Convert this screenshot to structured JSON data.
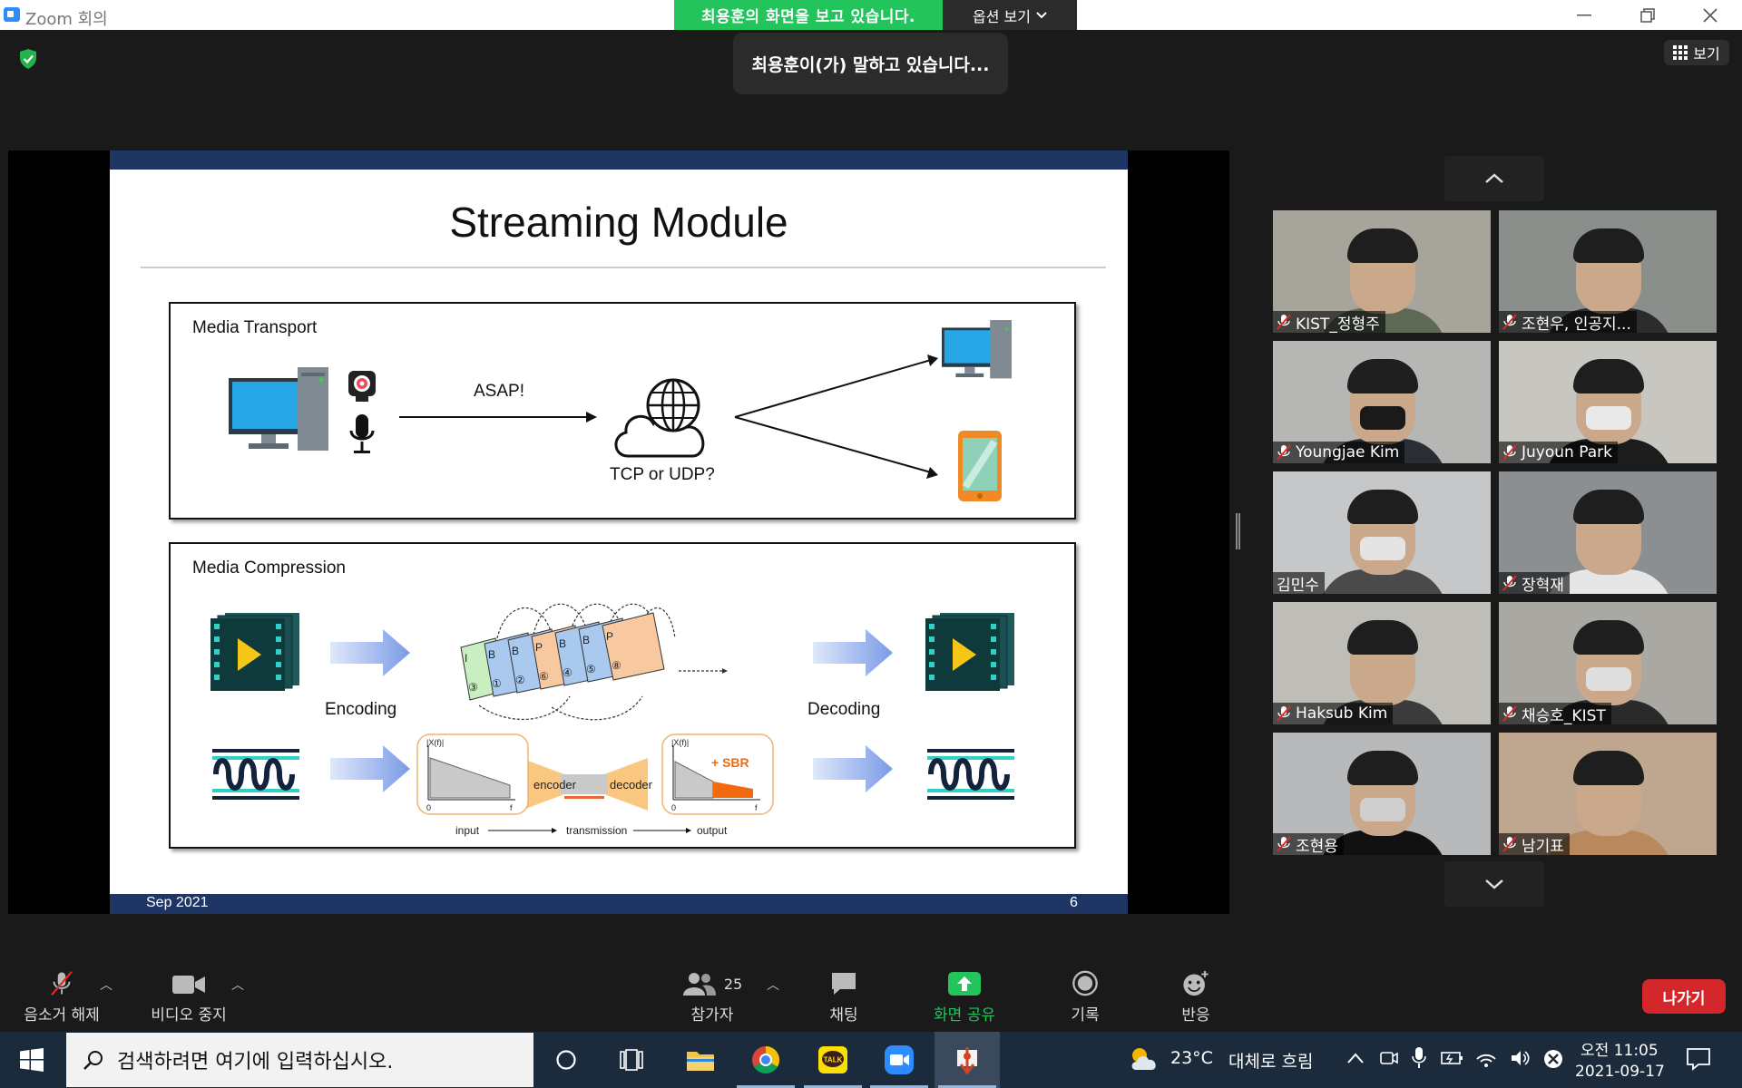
{
  "window": {
    "app_title": "Zoom 회의",
    "share_banner": "최용훈의 화면을 보고 있습니다.",
    "options_label": "옵션 보기",
    "speaking_toast": "최용훈이(가) 말하고 있습니다...",
    "view_label": "보기"
  },
  "slide": {
    "title": "Streaming Module",
    "transport_label": "Media Transport",
    "asap_label": "ASAP!",
    "tcp_label": "TCP or UDP?",
    "compression_label": "Media Compression",
    "encoding_label": "Encoding",
    "decoding_label": "Decoding",
    "frame_labels": [
      "I",
      "B",
      "B",
      "P",
      "B",
      "B",
      "P"
    ],
    "frame_numbers": [
      "③",
      "①",
      "②",
      "⑥",
      "④",
      "⑤",
      "⑧"
    ],
    "encoder_label": "encoder",
    "decoder_label": "decoder",
    "sbr_label": "+ SBR",
    "spectrum_label": "|X(f)|",
    "axis_zero": "0",
    "axis_f": "f",
    "input_label": "input",
    "transmission_label": "transmission",
    "output_label": "output",
    "footer_date": "Sep 2021",
    "footer_page": "6"
  },
  "participants": [
    {
      "name": "KIST_정형주",
      "muted": true,
      "bg": "#a7a49c",
      "shirt": "#5e6a55",
      "masked": false
    },
    {
      "name": "조현우, 인공지...",
      "muted": true,
      "bg": "#8b8f8c",
      "shirt": "#2c2c2c",
      "masked": false
    },
    {
      "name": "Youngjae Kim",
      "muted": true,
      "bg": "#b6b7b4",
      "shirt": "#2a2d33",
      "masked": true,
      "mask": "#1a1a1a"
    },
    {
      "name": "Juyoun Park",
      "muted": true,
      "bg": "#c8c6c1",
      "shirt": "#1c1c1c",
      "masked": true,
      "mask": "#e9e9e9"
    },
    {
      "name": "김민수",
      "muted": false,
      "bg": "#c5c7c8",
      "shirt": "#4a4a4a",
      "masked": true,
      "mask": "#e4e4e4"
    },
    {
      "name": "장혁재",
      "muted": true,
      "bg": "#8c8f92",
      "shirt": "#e6e6e6",
      "masked": false
    },
    {
      "name": "Haksub Kim",
      "muted": true,
      "bg": "#bebdb8",
      "shirt": "#3b3b3b",
      "masked": false
    },
    {
      "name": "채승호_KIST",
      "muted": true,
      "bg": "#a9a8a3",
      "shirt": "#2a2a2a",
      "masked": true,
      "mask": "#dedede"
    },
    {
      "name": "조현용",
      "muted": true,
      "bg": "#b8b9bb",
      "shirt": "#111111",
      "masked": true,
      "mask": "#cfcfcf"
    },
    {
      "name": "남기표",
      "muted": true,
      "bg": "#bfa68e",
      "shirt": "#b9895e",
      "masked": false
    }
  ],
  "toolbar": {
    "unmute": "음소거 해제",
    "stop_video": "비디오 중지",
    "participants": "참가자",
    "participant_count": "25",
    "chat": "채팅",
    "share_screen": "화면 공유",
    "record": "기록",
    "reactions": "반응",
    "leave": "나가기"
  },
  "taskbar": {
    "search_placeholder": "검색하려면 여기에 입력하십시오.",
    "weather_temp": "23°C",
    "weather_desc": "대체로 흐림",
    "time": "오전 11:05",
    "date": "2021-09-17"
  },
  "colors": {
    "share_banner": "#22c45b",
    "leave": "#d3272c",
    "share_icon": "#22c45b",
    "slide_band": "#1f3563"
  }
}
